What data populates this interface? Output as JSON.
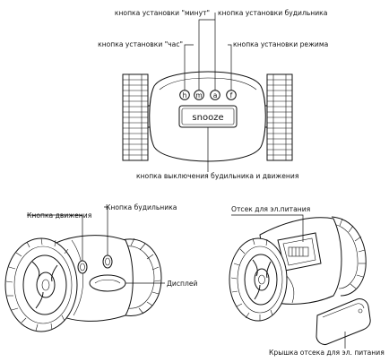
{
  "top_view": {
    "btn_minute": "кнопка установки \"минут\"",
    "btn_alarm_set": "кнопка установки будильника",
    "btn_hour": "кнопка установки \"час\"",
    "btn_mode": "кнопка установки режима",
    "snooze_text": "snooze",
    "snooze_caption": "кнопка выключения будильника и движения",
    "button_letters": [
      "h",
      "m",
      "a",
      "f"
    ]
  },
  "left_view": {
    "btn_motion": "Кнопка движения",
    "btn_alarm": "Кнопка будильника",
    "display": "Дисплей"
  },
  "right_view": {
    "battery_compartment": "Отсек для эл.питания",
    "battery_cover": "Крышка отсека для эл. питания"
  }
}
